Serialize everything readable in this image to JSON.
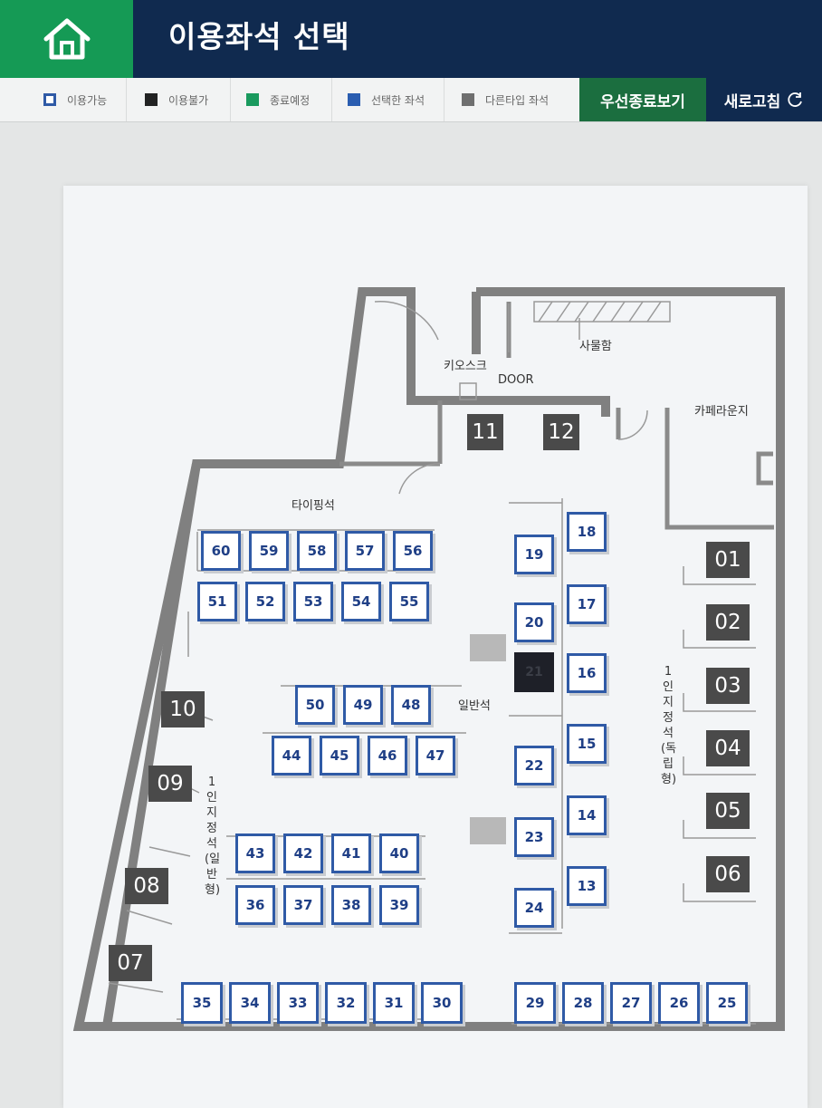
{
  "header": {
    "title": "이용좌석 선택",
    "home_icon": "home-icon"
  },
  "legend": [
    {
      "label": "이용가능",
      "kind": "outline",
      "color": "#2f5aa6"
    },
    {
      "label": "이용불가",
      "kind": "fill",
      "color": "#222222"
    },
    {
      "label": "종료예정",
      "kind": "fill",
      "color": "#1a9a5e"
    },
    {
      "label": "선택한 좌석",
      "kind": "fill",
      "color": "#2a5db0"
    },
    {
      "label": "다른타입 좌석",
      "kind": "fill",
      "color": "#6f6f6f"
    }
  ],
  "buttons": {
    "early_end": "우선종료보기",
    "refresh": "새로고침"
  },
  "map": {
    "labels": {
      "kiosk": "키오스크",
      "door": "DOOR",
      "locker": "사물함",
      "cafe_lounge": "카페라운지",
      "typing_seats": "타이핑석",
      "general_seats": "일반석",
      "solo_independent": "1인지정석(독립형)",
      "solo_general": "1인지정석(일반형)"
    },
    "seats": [
      {
        "n": "11",
        "s": "other"
      },
      {
        "n": "12",
        "s": "other"
      },
      {
        "n": "01",
        "s": "other"
      },
      {
        "n": "02",
        "s": "other"
      },
      {
        "n": "03",
        "s": "other"
      },
      {
        "n": "04",
        "s": "other"
      },
      {
        "n": "05",
        "s": "other"
      },
      {
        "n": "06",
        "s": "other"
      },
      {
        "n": "07",
        "s": "other"
      },
      {
        "n": "08",
        "s": "other"
      },
      {
        "n": "09",
        "s": "other"
      },
      {
        "n": "10",
        "s": "other"
      },
      {
        "n": "60",
        "s": "available"
      },
      {
        "n": "59",
        "s": "available"
      },
      {
        "n": "58",
        "s": "available"
      },
      {
        "n": "57",
        "s": "available"
      },
      {
        "n": "56",
        "s": "available"
      },
      {
        "n": "51",
        "s": "available"
      },
      {
        "n": "52",
        "s": "available"
      },
      {
        "n": "53",
        "s": "available"
      },
      {
        "n": "54",
        "s": "available"
      },
      {
        "n": "55",
        "s": "available"
      },
      {
        "n": "50",
        "s": "available"
      },
      {
        "n": "49",
        "s": "available"
      },
      {
        "n": "48",
        "s": "available"
      },
      {
        "n": "44",
        "s": "available"
      },
      {
        "n": "45",
        "s": "available"
      },
      {
        "n": "46",
        "s": "available"
      },
      {
        "n": "47",
        "s": "available"
      },
      {
        "n": "43",
        "s": "available"
      },
      {
        "n": "42",
        "s": "available"
      },
      {
        "n": "41",
        "s": "available"
      },
      {
        "n": "40",
        "s": "available"
      },
      {
        "n": "36",
        "s": "available"
      },
      {
        "n": "37",
        "s": "available"
      },
      {
        "n": "38",
        "s": "available"
      },
      {
        "n": "39",
        "s": "available"
      },
      {
        "n": "19",
        "s": "available"
      },
      {
        "n": "20",
        "s": "available"
      },
      {
        "n": "21",
        "s": "unavailable"
      },
      {
        "n": "22",
        "s": "available"
      },
      {
        "n": "23",
        "s": "available"
      },
      {
        "n": "24",
        "s": "available"
      },
      {
        "n": "18",
        "s": "available"
      },
      {
        "n": "17",
        "s": "available"
      },
      {
        "n": "16",
        "s": "available"
      },
      {
        "n": "15",
        "s": "available"
      },
      {
        "n": "14",
        "s": "available"
      },
      {
        "n": "13",
        "s": "available"
      },
      {
        "n": "35",
        "s": "available"
      },
      {
        "n": "34",
        "s": "available"
      },
      {
        "n": "33",
        "s": "available"
      },
      {
        "n": "32",
        "s": "available"
      },
      {
        "n": "31",
        "s": "available"
      },
      {
        "n": "30",
        "s": "available"
      },
      {
        "n": "29",
        "s": "available"
      },
      {
        "n": "28",
        "s": "available"
      },
      {
        "n": "27",
        "s": "available"
      },
      {
        "n": "26",
        "s": "available"
      },
      {
        "n": "25",
        "s": "available"
      }
    ]
  }
}
